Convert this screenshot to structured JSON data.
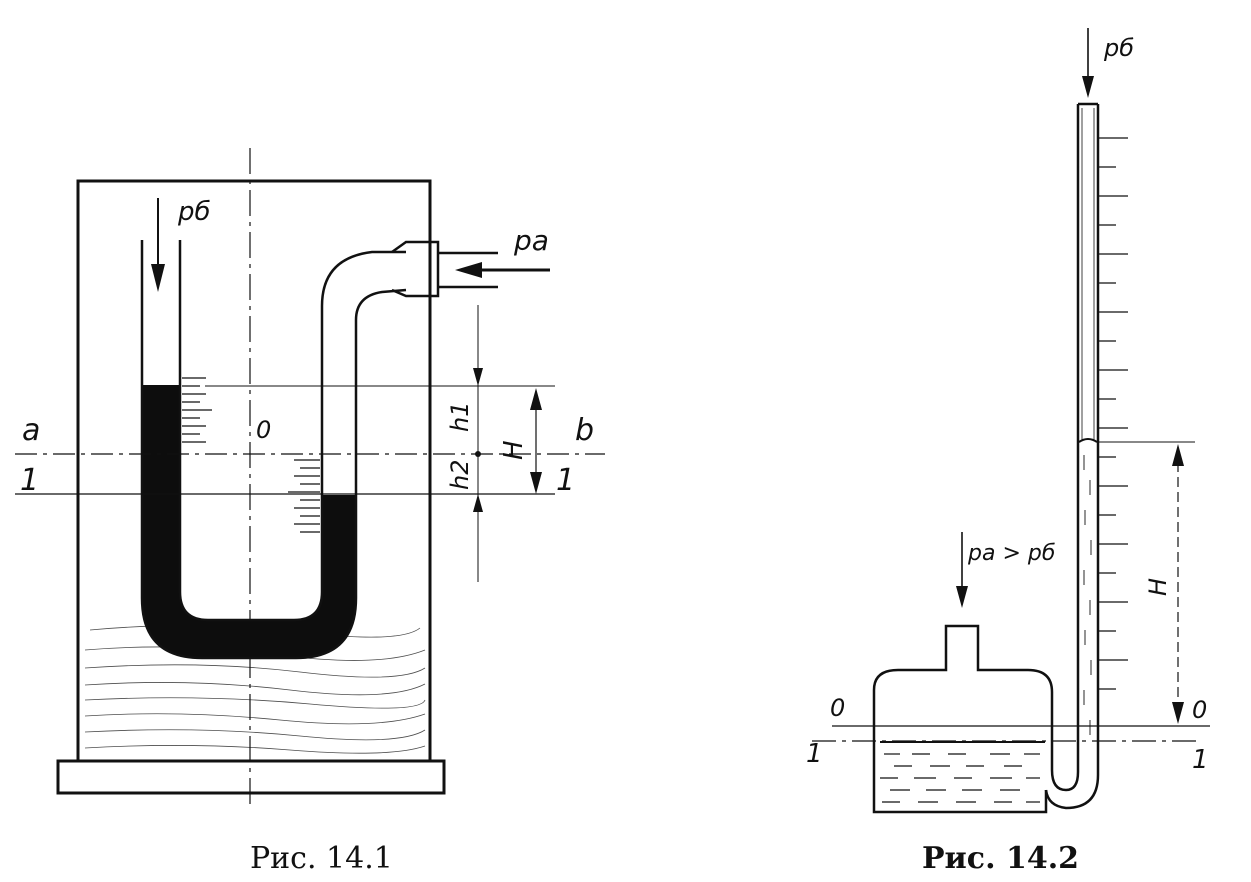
{
  "figure1": {
    "caption": "Рис.   14.1",
    "label_pb": "pб",
    "label_pa": "pa",
    "label_o": "0",
    "label_a": "a",
    "label_b": "b",
    "label_1_left": "1",
    "label_1_right": "1",
    "label_h1": "h1",
    "label_h2": "h2",
    "label_H": "H"
  },
  "figure2": {
    "caption": "Рис.   14.2",
    "label_pb": "pб",
    "label_pa_gt_pb": "pa > pб",
    "label_H": "H",
    "label_0_left": "0",
    "label_0_right": "0",
    "label_1_left": "1",
    "label_1_right": "1"
  },
  "colors": {
    "ink": "#111111",
    "liquid": "#0d0d0d",
    "paper": "#ffffff"
  }
}
